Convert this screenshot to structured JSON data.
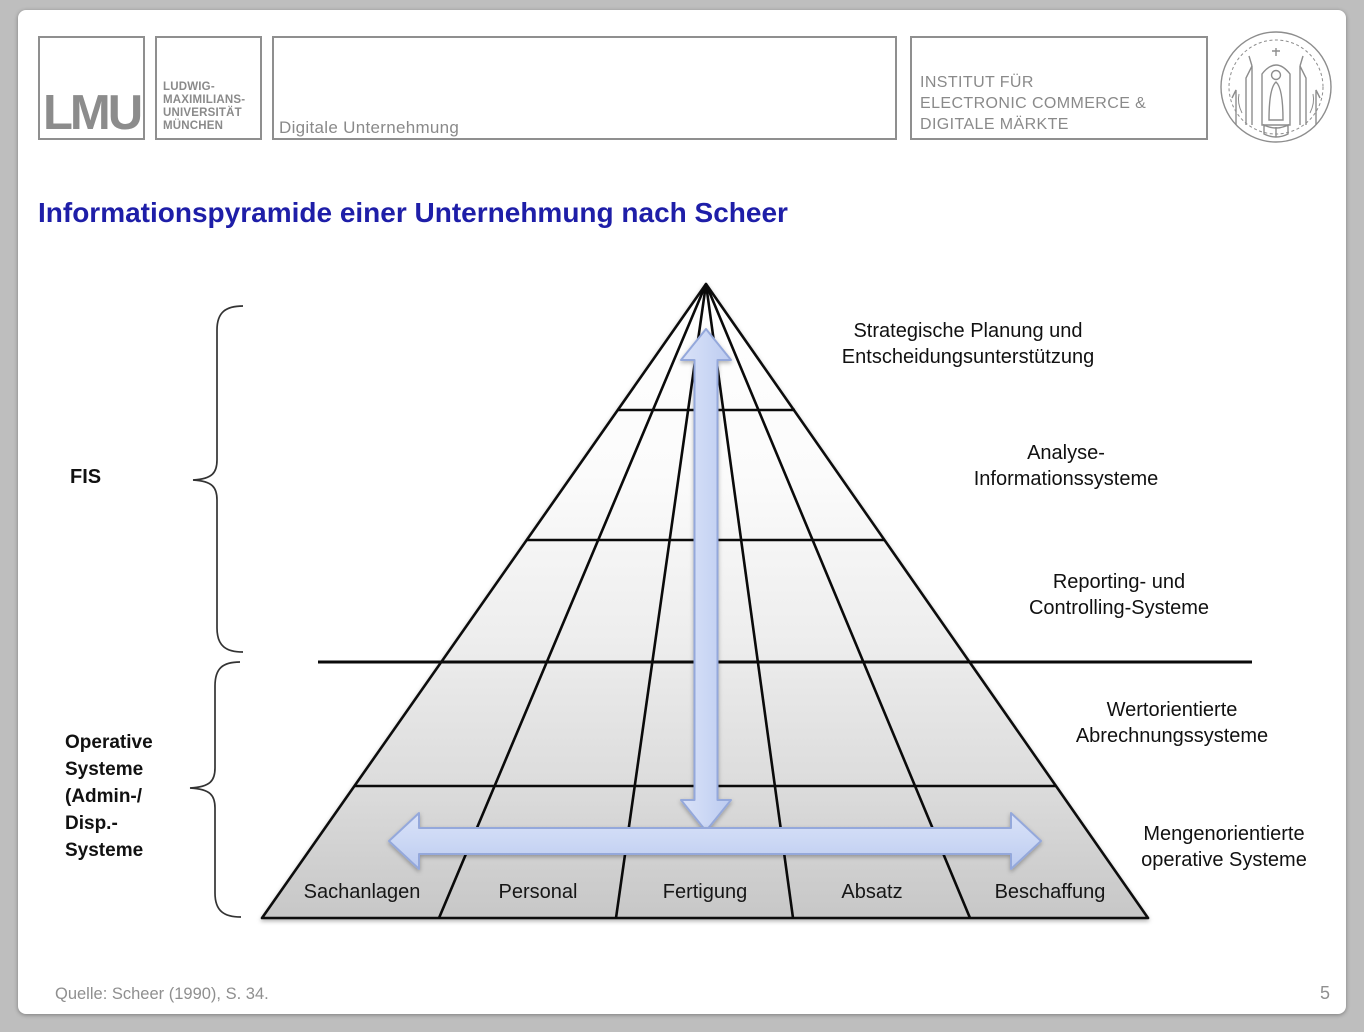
{
  "header": {
    "lmu_logo": "LMU",
    "university_lines": [
      "LUDWIG-",
      "MAXIMILIANS-",
      "UNIVERSITÄT",
      "MÜNCHEN"
    ],
    "course": "Digitale Unternehmung",
    "institute_lines": [
      "INSTITUT FÜR",
      "ELECTRONIC COMMERCE &",
      "DIGITALE MÄRKTE"
    ],
    "seal_icon": "university-seal"
  },
  "title": "Informationspyramide einer Unternehmung nach Scheer",
  "colors": {
    "title": "#1E1EA8",
    "line": "#0a0a0a",
    "arrow_fill_light": "#d9e1f8",
    "arrow_fill_dark": "#bccbf0",
    "arrow_border": "#94a8db",
    "pyramid_top": "#ffffff",
    "pyramid_bottom": "#c7c7c7"
  },
  "pyramid": {
    "left_groups": {
      "fis": "FIS",
      "operative_lines": [
        "Operative",
        "Systeme",
        "(Admin-/",
        "Disp.-",
        "Systeme"
      ]
    },
    "level_labels": [
      {
        "lines": [
          "Strategische Planung und",
          "Entscheidungsunterstützung"
        ]
      },
      {
        "lines": [
          "Analyse-",
          "Informationssysteme"
        ]
      },
      {
        "lines": [
          "Reporting- und",
          "Controlling-Systeme"
        ]
      },
      {
        "lines": [
          "Wertorientierte",
          "Abrechnungssysteme"
        ]
      },
      {
        "lines": [
          "Mengenorientierte",
          "operative Systeme"
        ]
      }
    ],
    "base_sectors": [
      "Sachanlagen",
      "Personal",
      "Fertigung",
      "Absatz",
      "Beschaffung"
    ]
  },
  "footer": {
    "source": "Quelle: Scheer (1990), S. 34.",
    "page": "5"
  }
}
